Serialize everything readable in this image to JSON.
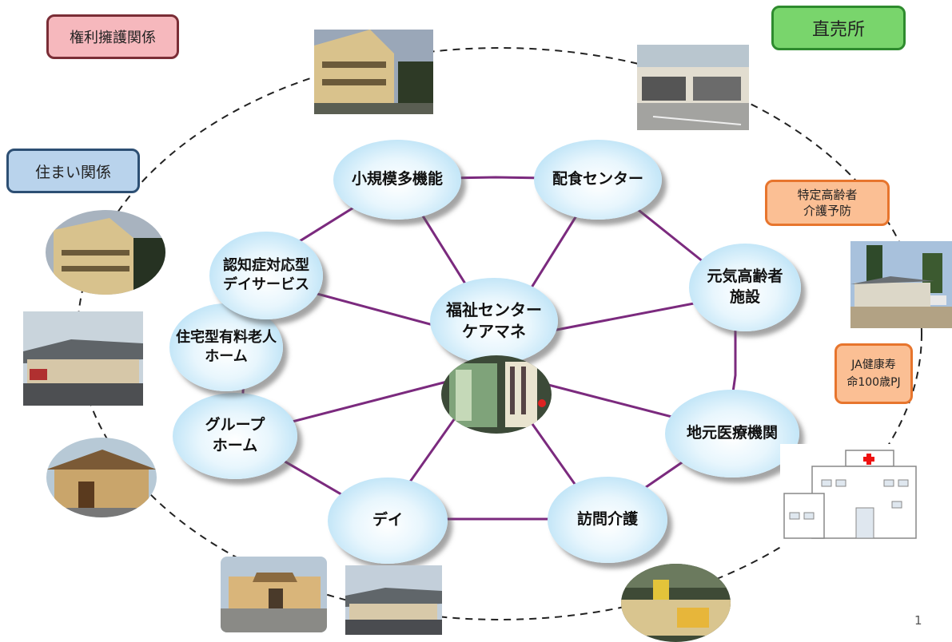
{
  "labels": {
    "rights": "権利擁護関係",
    "housing": "住まい関係",
    "direct_sales": "直売所",
    "elderly_prevention": "特定高齢者\n介護予防",
    "ja_health": "JA健康寿\n命100歳PJ"
  },
  "center": "福祉センター\nケアマネ",
  "nodes": {
    "small_multi": "小規模多機能",
    "meal_center": "配食センター",
    "healthy_elderly": "元気高齢者\n施設",
    "local_medical": "地元医療機関",
    "home_care": "訪問介護",
    "day": "デイ",
    "group_home": "グループ\nホーム",
    "paid_home": "住宅型有料老人\nホーム",
    "dementia_day": "認知症対応型\nデイサービス"
  },
  "page_number": "1",
  "colors": {
    "rights_fill": "#f6b8bd",
    "rights_border": "#7a2d36",
    "housing_fill": "#b9d3ec",
    "housing_border": "#2d4f73",
    "direct_fill": "#79d56c",
    "direct_border": "#2e8b2e",
    "orange_fill": "#fbbf94",
    "orange_border": "#e7752d",
    "connector": "#7b2a7e"
  }
}
